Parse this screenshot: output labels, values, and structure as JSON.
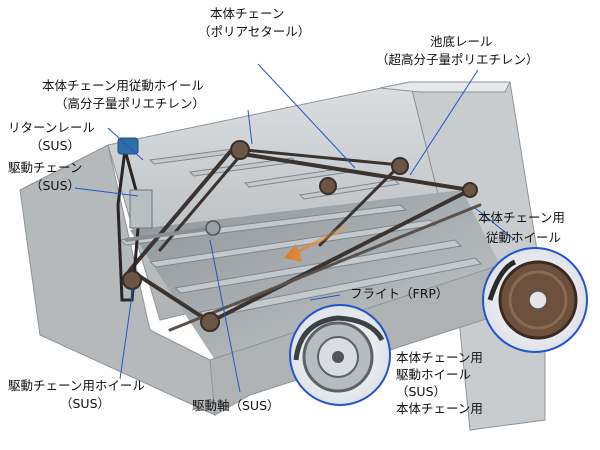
{
  "labels": {
    "main_chain": "本体チェーン",
    "main_chain_material": "（ポリアセタール）",
    "bottom_rail": "池底レール",
    "bottom_rail_material": "（超高分子量ポリエチレン）",
    "driven_wheel_top": "本体チェーン用従動ホイール",
    "driven_wheel_top_material": "（高分子量ポリエチレン）",
    "return_rail": "リターンレール",
    "return_rail_material": "（SUS）",
    "drive_chain": "駆動チェーン",
    "drive_chain_material": "（SUS）",
    "driven_wheel_right_1": "本体チェーン用",
    "driven_wheel_right_2": "従動ホイール",
    "flight": "フライト（FRP）",
    "drive_wheel_1": "本体チェーン用",
    "drive_wheel_2": "駆動ホイール",
    "drive_wheel_3": "（SUS）",
    "drive_wheel_4": "本体チェーン用",
    "drive_chain_wheel": "駆動チェーン用ホイール",
    "drive_chain_wheel_material": "（SUS）",
    "drive_shaft": "駆動軸（SUS）"
  },
  "colors": {
    "tank_wall": "#c9ccce",
    "tank_wall_dark": "#9fa3a6",
    "tank_floor": "#a9aeb2",
    "chain": "#3a3330",
    "flight": "#c4c9cd",
    "motor": "#2f6fa8",
    "arrow": "#e0781e",
    "leader": "#2255cc",
    "wheel_bronze": "#7a5a40"
  }
}
